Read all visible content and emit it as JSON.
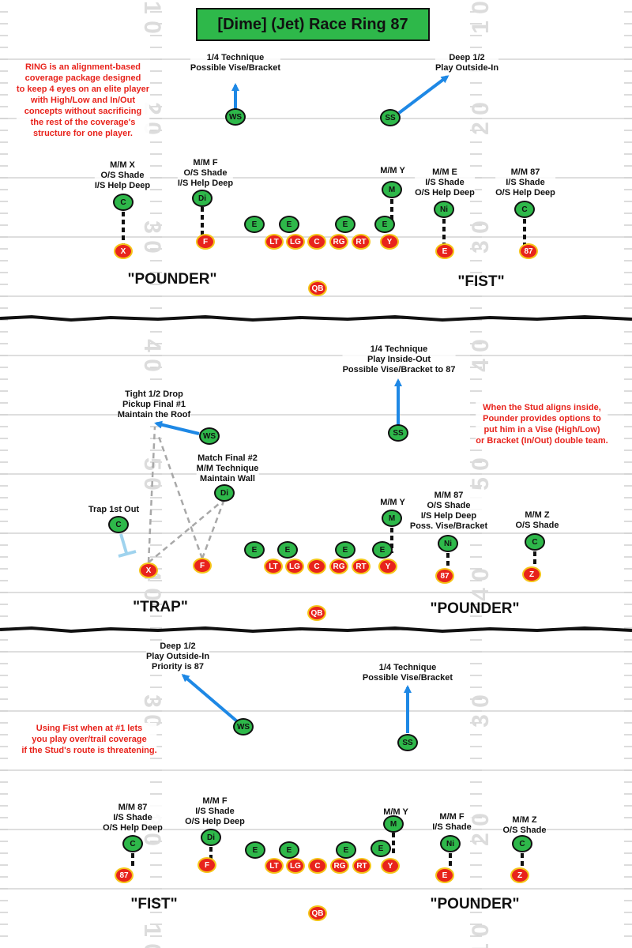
{
  "title": "[Dime] (Jet) Race Ring 87",
  "colors": {
    "defense": "#2eb84a",
    "offense": "#e8231c",
    "offense_border": "#f5c518",
    "arrow": "#1e88e5",
    "note": "#e8231c",
    "trap_symbol": "#9fd3ee"
  },
  "yard_numbers": [
    "1 0",
    "2 0",
    "3 0",
    "4 0",
    "5 0"
  ],
  "panel1": {
    "note": [
      "RING is an alignment-based",
      "coverage package designed",
      "to keep 4 eyes on an elite player",
      "with High/Low and In/Out",
      "concepts without sacrificing",
      "the rest of the coverage's",
      "structure for one player."
    ],
    "calls": {
      "left": "\"POUNDER\"",
      "right": "\"FIST\""
    },
    "labels": {
      "ws": [
        "1/4 Technique",
        "Possible Vise/Bracket"
      ],
      "ss": [
        "Deep 1/2",
        "Play Outside-In"
      ],
      "c_left": [
        "M/M X",
        "O/S Shade",
        "I/S Help Deep"
      ],
      "di": [
        "M/M F",
        "O/S Shade",
        "I/S Help Deep"
      ],
      "m": [
        "M/M Y"
      ],
      "ni": [
        "M/M E",
        "I/S Shade",
        "O/S Help Deep"
      ],
      "c_right": [
        "M/M 87",
        "I/S Shade",
        "O/S Help Deep"
      ]
    },
    "defense": {
      "ws": "WS",
      "ss": "SS",
      "c_left": "C",
      "di": "Di",
      "m": "M",
      "ni": "Ni",
      "c_right": "C",
      "e1": "E",
      "e2": "E",
      "e3": "E",
      "e4": "E"
    },
    "offense": {
      "x": "X",
      "f": "F",
      "lt": "LT",
      "lg": "LG",
      "c": "C",
      "rg": "RG",
      "rt": "RT",
      "y": "Y",
      "e": "E",
      "s87": "87",
      "qb": "QB"
    }
  },
  "panel2": {
    "note": [
      "When the Stud aligns inside,",
      "Pounder provides options to",
      "put him in a Vise (High/Low)",
      "or Bracket (In/Out) double team."
    ],
    "calls": {
      "left": "\"TRAP\"",
      "right": "\"POUNDER\""
    },
    "labels": {
      "ss": [
        "1/4 Technique",
        "Play Inside-Out",
        "Possible Vise/Bracket to 87"
      ],
      "ws": [
        "Tight 1/2 Drop",
        "Pickup Final #1",
        "Maintain the Roof"
      ],
      "di": [
        "Match Final #2",
        "M/M Technique",
        "Maintain Wall"
      ],
      "c_left": [
        "Trap 1st Out"
      ],
      "m": [
        "M/M Y"
      ],
      "ni": [
        "M/M 87",
        "O/S Shade",
        "I/S Help Deep",
        "Poss. Vise/Bracket"
      ],
      "c_right": [
        "M/M Z",
        "O/S Shade"
      ]
    },
    "defense": {
      "ws": "WS",
      "ss": "SS",
      "c_left": "C",
      "di": "Di",
      "m": "M",
      "ni": "Ni",
      "c_right": "C",
      "e1": "E",
      "e2": "E",
      "e3": "E",
      "e4": "E"
    },
    "offense": {
      "x": "X",
      "f": "F",
      "lt": "LT",
      "lg": "LG",
      "c": "C",
      "rg": "RG",
      "rt": "RT",
      "y": "Y",
      "s87": "87",
      "z": "Z",
      "qb": "QB"
    }
  },
  "panel3": {
    "note": [
      "Using Fist when at #1 lets",
      "you play over/trail coverage",
      "if the Stud's route is threatening."
    ],
    "calls": {
      "left": "\"FIST\"",
      "right": "\"POUNDER\""
    },
    "labels": {
      "ws": [
        "Deep 1/2",
        "Play Outside-In",
        "Priority is 87"
      ],
      "ss": [
        "1/4 Technique",
        "Possible Vise/Bracket"
      ],
      "c_left": [
        "M/M 87",
        "I/S Shade",
        "O/S Help Deep"
      ],
      "di": [
        "M/M F",
        "I/S Shade",
        "O/S Help Deep"
      ],
      "m": [
        "M/M Y"
      ],
      "ni": [
        "M/M F",
        "I/S Shade"
      ],
      "c_right": [
        "M/M Z",
        "O/S Shade"
      ]
    },
    "defense": {
      "ws": "WS",
      "ss": "SS",
      "c_left": "C",
      "di": "Di",
      "m": "M",
      "ni": "Ni",
      "c_right": "C",
      "e1": "E",
      "e2": "E",
      "e3": "E",
      "e4": "E"
    },
    "offense": {
      "s87": "87",
      "f": "F",
      "lt": "LT",
      "lg": "LG",
      "c": "C",
      "rg": "RG",
      "rt": "RT",
      "y": "Y",
      "e": "E",
      "z": "Z",
      "qb": "QB"
    }
  }
}
